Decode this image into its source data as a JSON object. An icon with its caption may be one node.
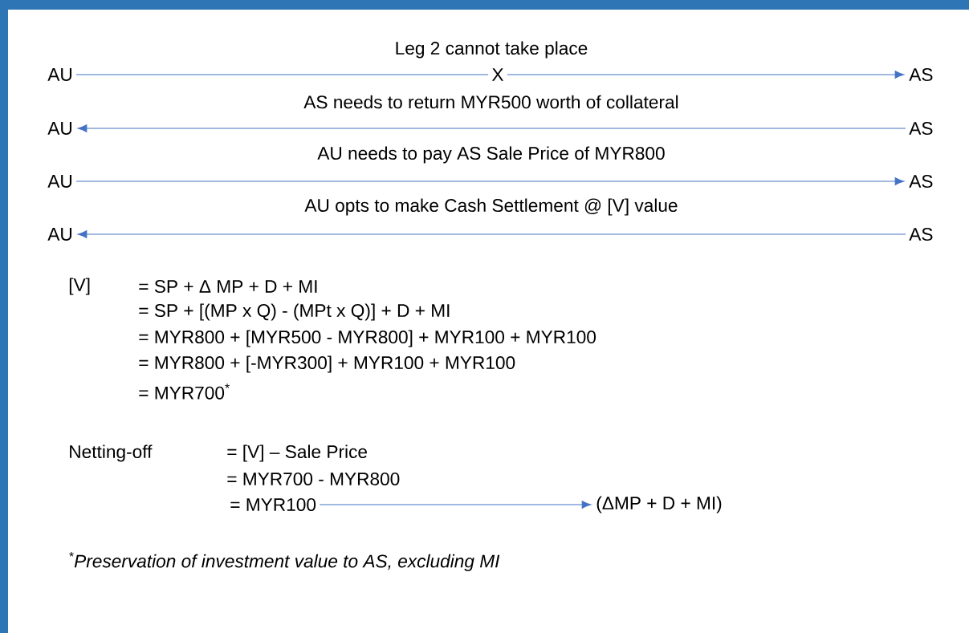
{
  "diagram": {
    "nodes": [
      {
        "text": [
          "AU"
        ]
      },
      {
        "text": [
          "X"
        ]
      },
      {
        "text": [
          "AS"
        ]
      },
      {
        "text": [
          "AU"
        ]
      },
      {
        "text": [
          "AS"
        ]
      },
      {
        "text": [
          "AU"
        ]
      },
      {
        "text": [
          "AS"
        ]
      },
      {
        "text": [
          "AU"
        ]
      },
      {
        "text": [
          "AS"
        ]
      },
      {
        "text": [
          "= MYR100"
        ]
      },
      {
        "text": [
          "(ΔMP + D + MI)"
        ]
      }
    ],
    "edges": [
      {
        "from": 0,
        "to": 1,
        "arrow": "none",
        "label": "Leg 2 cannot take place"
      },
      {
        "from": 1,
        "to": 2,
        "arrow": "to"
      },
      {
        "from": 4,
        "to": 3,
        "arrow": "to",
        "label": "AS needs to return MYR500 worth of collateral"
      },
      {
        "from": 5,
        "to": 6,
        "arrow": "to",
        "label": "AU needs to pay AS Sale Price of MYR800"
      },
      {
        "from": 8,
        "to": 7,
        "arrow": "to",
        "label": "AU opts to make Cash Settlement @ [V] value"
      },
      {
        "from": 9,
        "to": 10,
        "arrow": "to"
      }
    ],
    "labels": [
      "[V]",
      "= SP + Δ MP + D + MI",
      "= SP + [(MP x Q) - (MPt x Q)] + D + MI",
      "= MYR800 + [MYR500 - MYR800] + MYR100 + MYR100",
      "= MYR800 + [-MYR300] + MYR100 + MYR100",
      "= MYR700$^{*}$",
      "Netting-off",
      "= [V] – Sale Price",
      "= MYR700 - MYR800",
      "$^{*}$Preservation of investment value to AS, excluding MI"
    ]
  }
}
